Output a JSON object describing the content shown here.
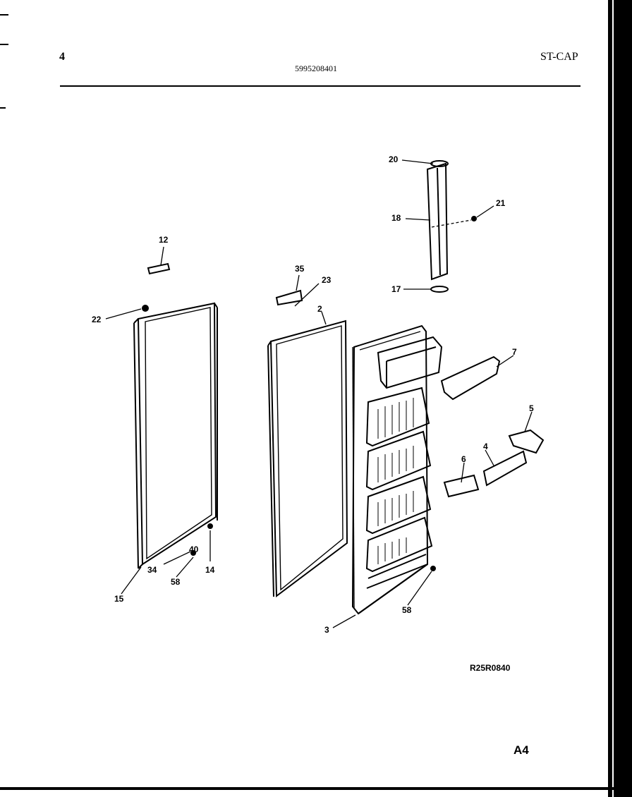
{
  "header": {
    "page_number": "4",
    "part_number": "5995208401",
    "model_code": "ST-CAP"
  },
  "callouts": {
    "c20": "20",
    "c18": "18",
    "c21": "21",
    "c17": "17",
    "c12": "12",
    "c35": "35",
    "c23": "23",
    "c2": "2",
    "c22": "22",
    "c7": "7",
    "c5": "5",
    "c4": "4",
    "c6": "6",
    "c40": "40",
    "c34": "34",
    "c14": "14",
    "c58a": "58",
    "c15": "15",
    "c3": "3",
    "c58b": "58"
  },
  "footer": {
    "drawing_number": "R25R0840",
    "page_code": "A4"
  }
}
